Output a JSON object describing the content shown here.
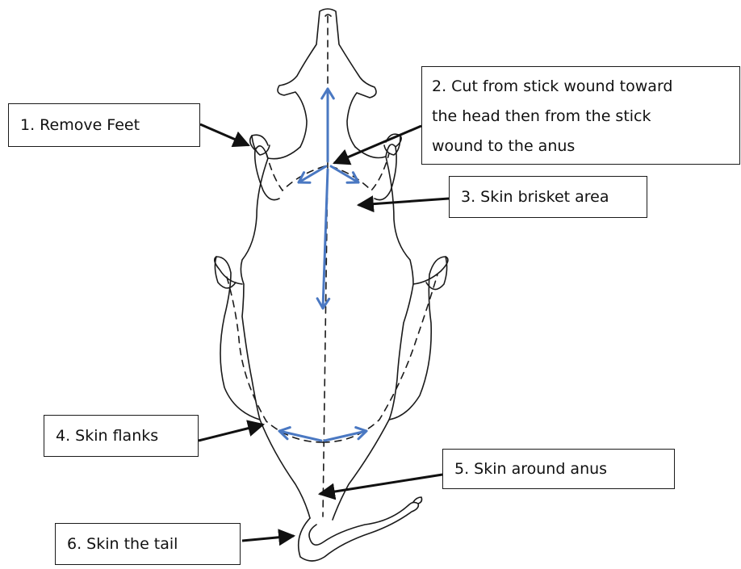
{
  "steps": [
    {
      "id": "1",
      "label": "1. Remove Feet"
    },
    {
      "id": "2",
      "lines": [
        "2. Cut from stick wound toward",
        "the head then from the stick",
        "wound to the anus"
      ]
    },
    {
      "id": "3",
      "label": "3. Skin brisket area"
    },
    {
      "id": "4",
      "label": "4. Skin flanks"
    },
    {
      "id": "5",
      "label": "5. Skin around anus"
    },
    {
      "id": "6",
      "label": "6. Skin the tail"
    }
  ],
  "colors": {
    "cut_arrows": "#4a78c2",
    "outline": "#1a1a1a",
    "pointers": "#111111"
  }
}
